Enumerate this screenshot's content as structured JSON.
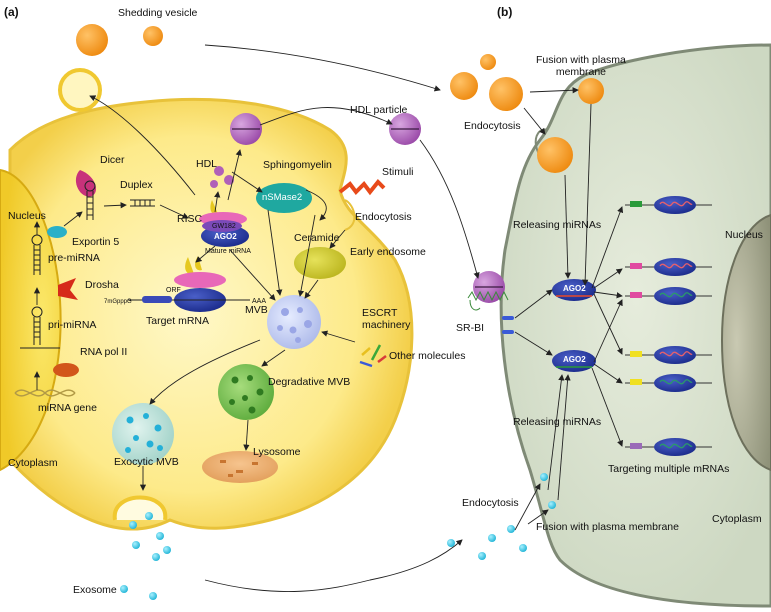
{
  "panels": {
    "a": "(a)",
    "b": "(b)"
  },
  "left_cell": {
    "shedding_vesicle": "Shedding vesicle",
    "nucleus": "Nucleus",
    "dicer": "Dicer",
    "duplex": "Duplex",
    "exportin5": "Exportin 5",
    "pre_mirna": "pre-miRNA",
    "drosha": "Drosha",
    "pri_mirna": "pri-miRNA",
    "rna_pol": "RNA pol II",
    "mirna_gene": "miRNA gene",
    "cytoplasm": "Cytoplasm",
    "risc": "RISC",
    "gw182": "GW182",
    "ago2": "AGO2",
    "mature_mirna": "Mature miRNA",
    "orf": "ORF",
    "cap": "7mGpppG",
    "aaa": "AAA",
    "target_mrna": "Target mRNA",
    "hdl": "HDL",
    "sphingomyelin": "Sphingomyelin",
    "nsmase2": "nSMase2",
    "ceramide": "Ceramide",
    "stimuli": "Stimuli",
    "endocytosis": "Endocytosis",
    "early_endosome": "Early endosome",
    "mvb": "MVB",
    "escrt": "ESCRT\nmachinery",
    "other_molecules": "Other molecules",
    "degradative_mvb": "Degradative MVB",
    "exocytic_mvb": "Exocytic MVB",
    "lysosome": "Lysosome",
    "exosome": "Exosome"
  },
  "middle": {
    "hdl_particle": "HDL particle",
    "fusion_top": "Fusion with plasma\nmembrane",
    "endocytosis_top": "Endocytosis",
    "sr_bi": "SR-BI",
    "endocytosis_bottom": "Endocytosis",
    "fusion_bottom": "Fusion with plasma membrane"
  },
  "right_cell": {
    "releasing_top": "Releasing miRNAs",
    "releasing_bottom": "Releasing miRNAs",
    "ago2_top": "AGO2",
    "ago2_bottom": "AGO2",
    "nucleus": "Nucleus",
    "targeting": "Targeting multiple mRNAs",
    "cytoplasm": "Cytoplasm"
  }
}
